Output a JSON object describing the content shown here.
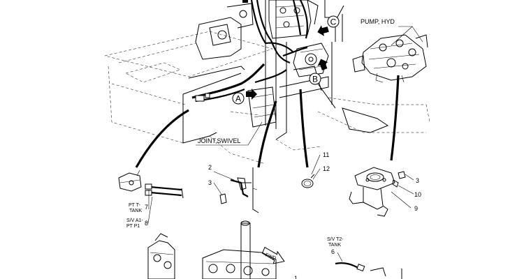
{
  "labels": {
    "pump": "PUMP, HYD",
    "joint": "JOINT,SWIVEL",
    "fwd": "FWD"
  },
  "callouts": {
    "a": "A",
    "b": "B",
    "c": "C"
  },
  "hose_labels": {
    "pt_t_tank_line1": "PT T-",
    "pt_t_tank_line2": "TANK",
    "sv_a1_line1": "S/V A1-",
    "sv_a1_line2": "PT P1",
    "sv_t2_line1": "S/V T2-",
    "sv_t2_line2": "TANK"
  },
  "part_numbers": {
    "p2": "2",
    "p3_left": "3",
    "p3_right": "3",
    "p6": "6",
    "p7": "7",
    "p8": "8",
    "p9": "9",
    "p10": "10",
    "p11": "11",
    "p12": "12",
    "p1": "1"
  }
}
